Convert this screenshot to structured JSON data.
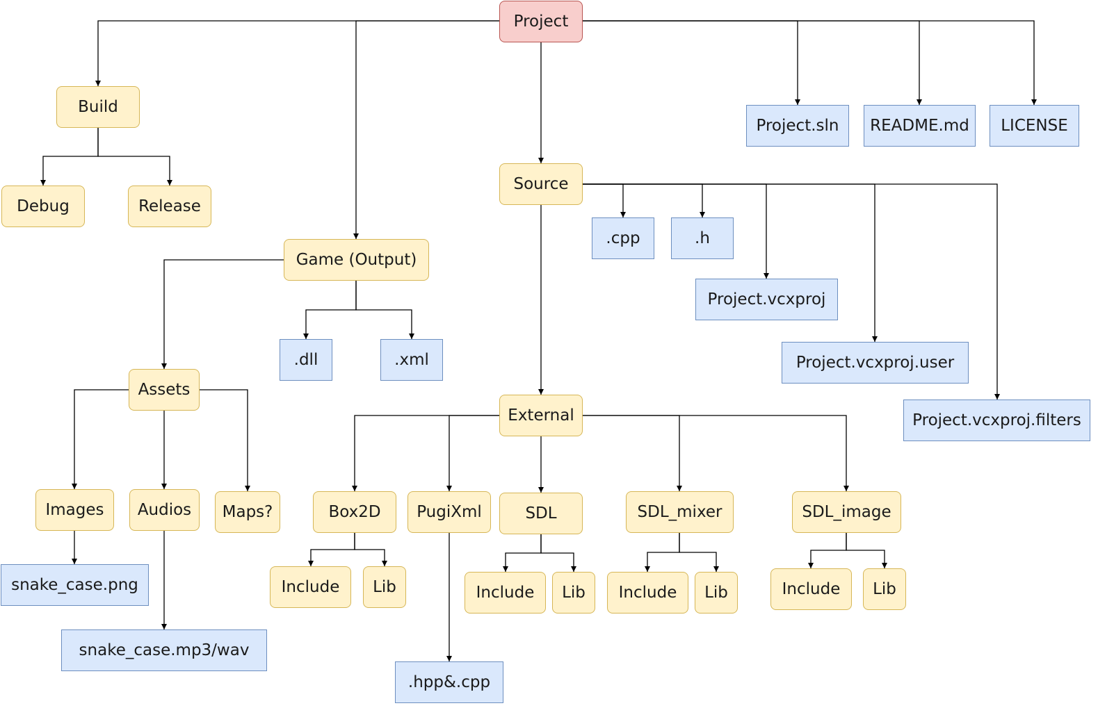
{
  "diagram": {
    "root": "Project",
    "build": "Build",
    "debug": "Debug",
    "release": "Release",
    "game": "Game (Output)",
    "dll": ".dll",
    "xml": ".xml",
    "assets": "Assets",
    "images": "Images",
    "audios": "Audios",
    "maps": "Maps?",
    "snake_png": "snake_case.png",
    "snake_audio": "snake_case.mp3/wav",
    "source": "Source",
    "cpp": ".cpp",
    "h": ".h",
    "vcxproj": "Project.vcxproj",
    "vcxproj_user": "Project.vcxproj.user",
    "vcxproj_filters": "Project.vcxproj.filters",
    "sln": "Project.sln",
    "readme": "README.md",
    "license": "LICENSE",
    "external": "External",
    "box2d": "Box2D",
    "pugixml": "PugiXml",
    "hpp_cpp": ".hpp&.cpp",
    "sdl": "SDL",
    "sdl_mixer": "SDL_mixer",
    "sdl_image": "SDL_image",
    "include": "Include",
    "lib": "Lib"
  },
  "colors": {
    "folder_fill": "#fff2cc",
    "folder_stroke": "#d6b656",
    "file_fill": "#dae8fc",
    "file_stroke": "#6c8ebf",
    "root_fill": "#f8cecc",
    "root_stroke": "#b85450",
    "connector": "#000000"
  }
}
